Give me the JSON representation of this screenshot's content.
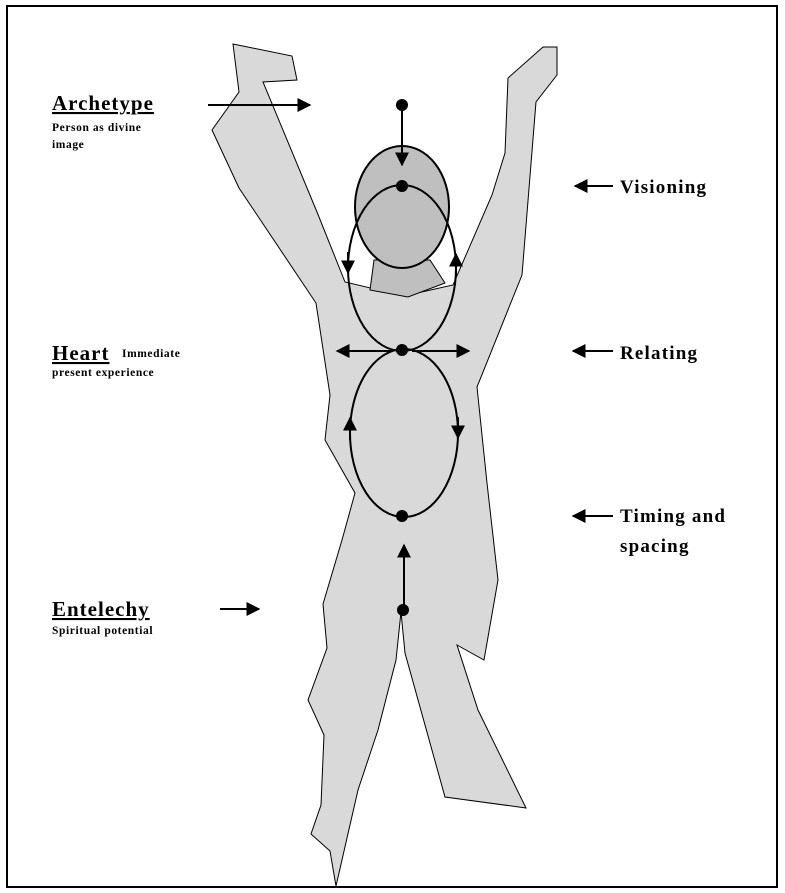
{
  "colors": {
    "body": "#d9d9d9",
    "head": "#bfbfbf",
    "stroke": "#000000"
  },
  "left_labels": {
    "archetype": {
      "title": "Archetype",
      "subtitle_lines": [
        "Person as divine",
        "image"
      ]
    },
    "heart": {
      "title": "Heart",
      "inline_text": "Immediate",
      "subtitle_lines": [
        "present experience"
      ]
    },
    "entelechy": {
      "title": "Entelechy",
      "subtitle_lines": [
        "Spiritual potential"
      ]
    }
  },
  "right_labels": {
    "visioning": {
      "lines": [
        "Visioning"
      ]
    },
    "relating": {
      "lines": [
        "Relating"
      ]
    },
    "timing": {
      "lines": [
        "Timing and",
        "spacing"
      ]
    }
  },
  "icons": {
    "figure": "human-figure-icon",
    "arrow": "arrow-icon",
    "node": "node-dot-icon"
  }
}
